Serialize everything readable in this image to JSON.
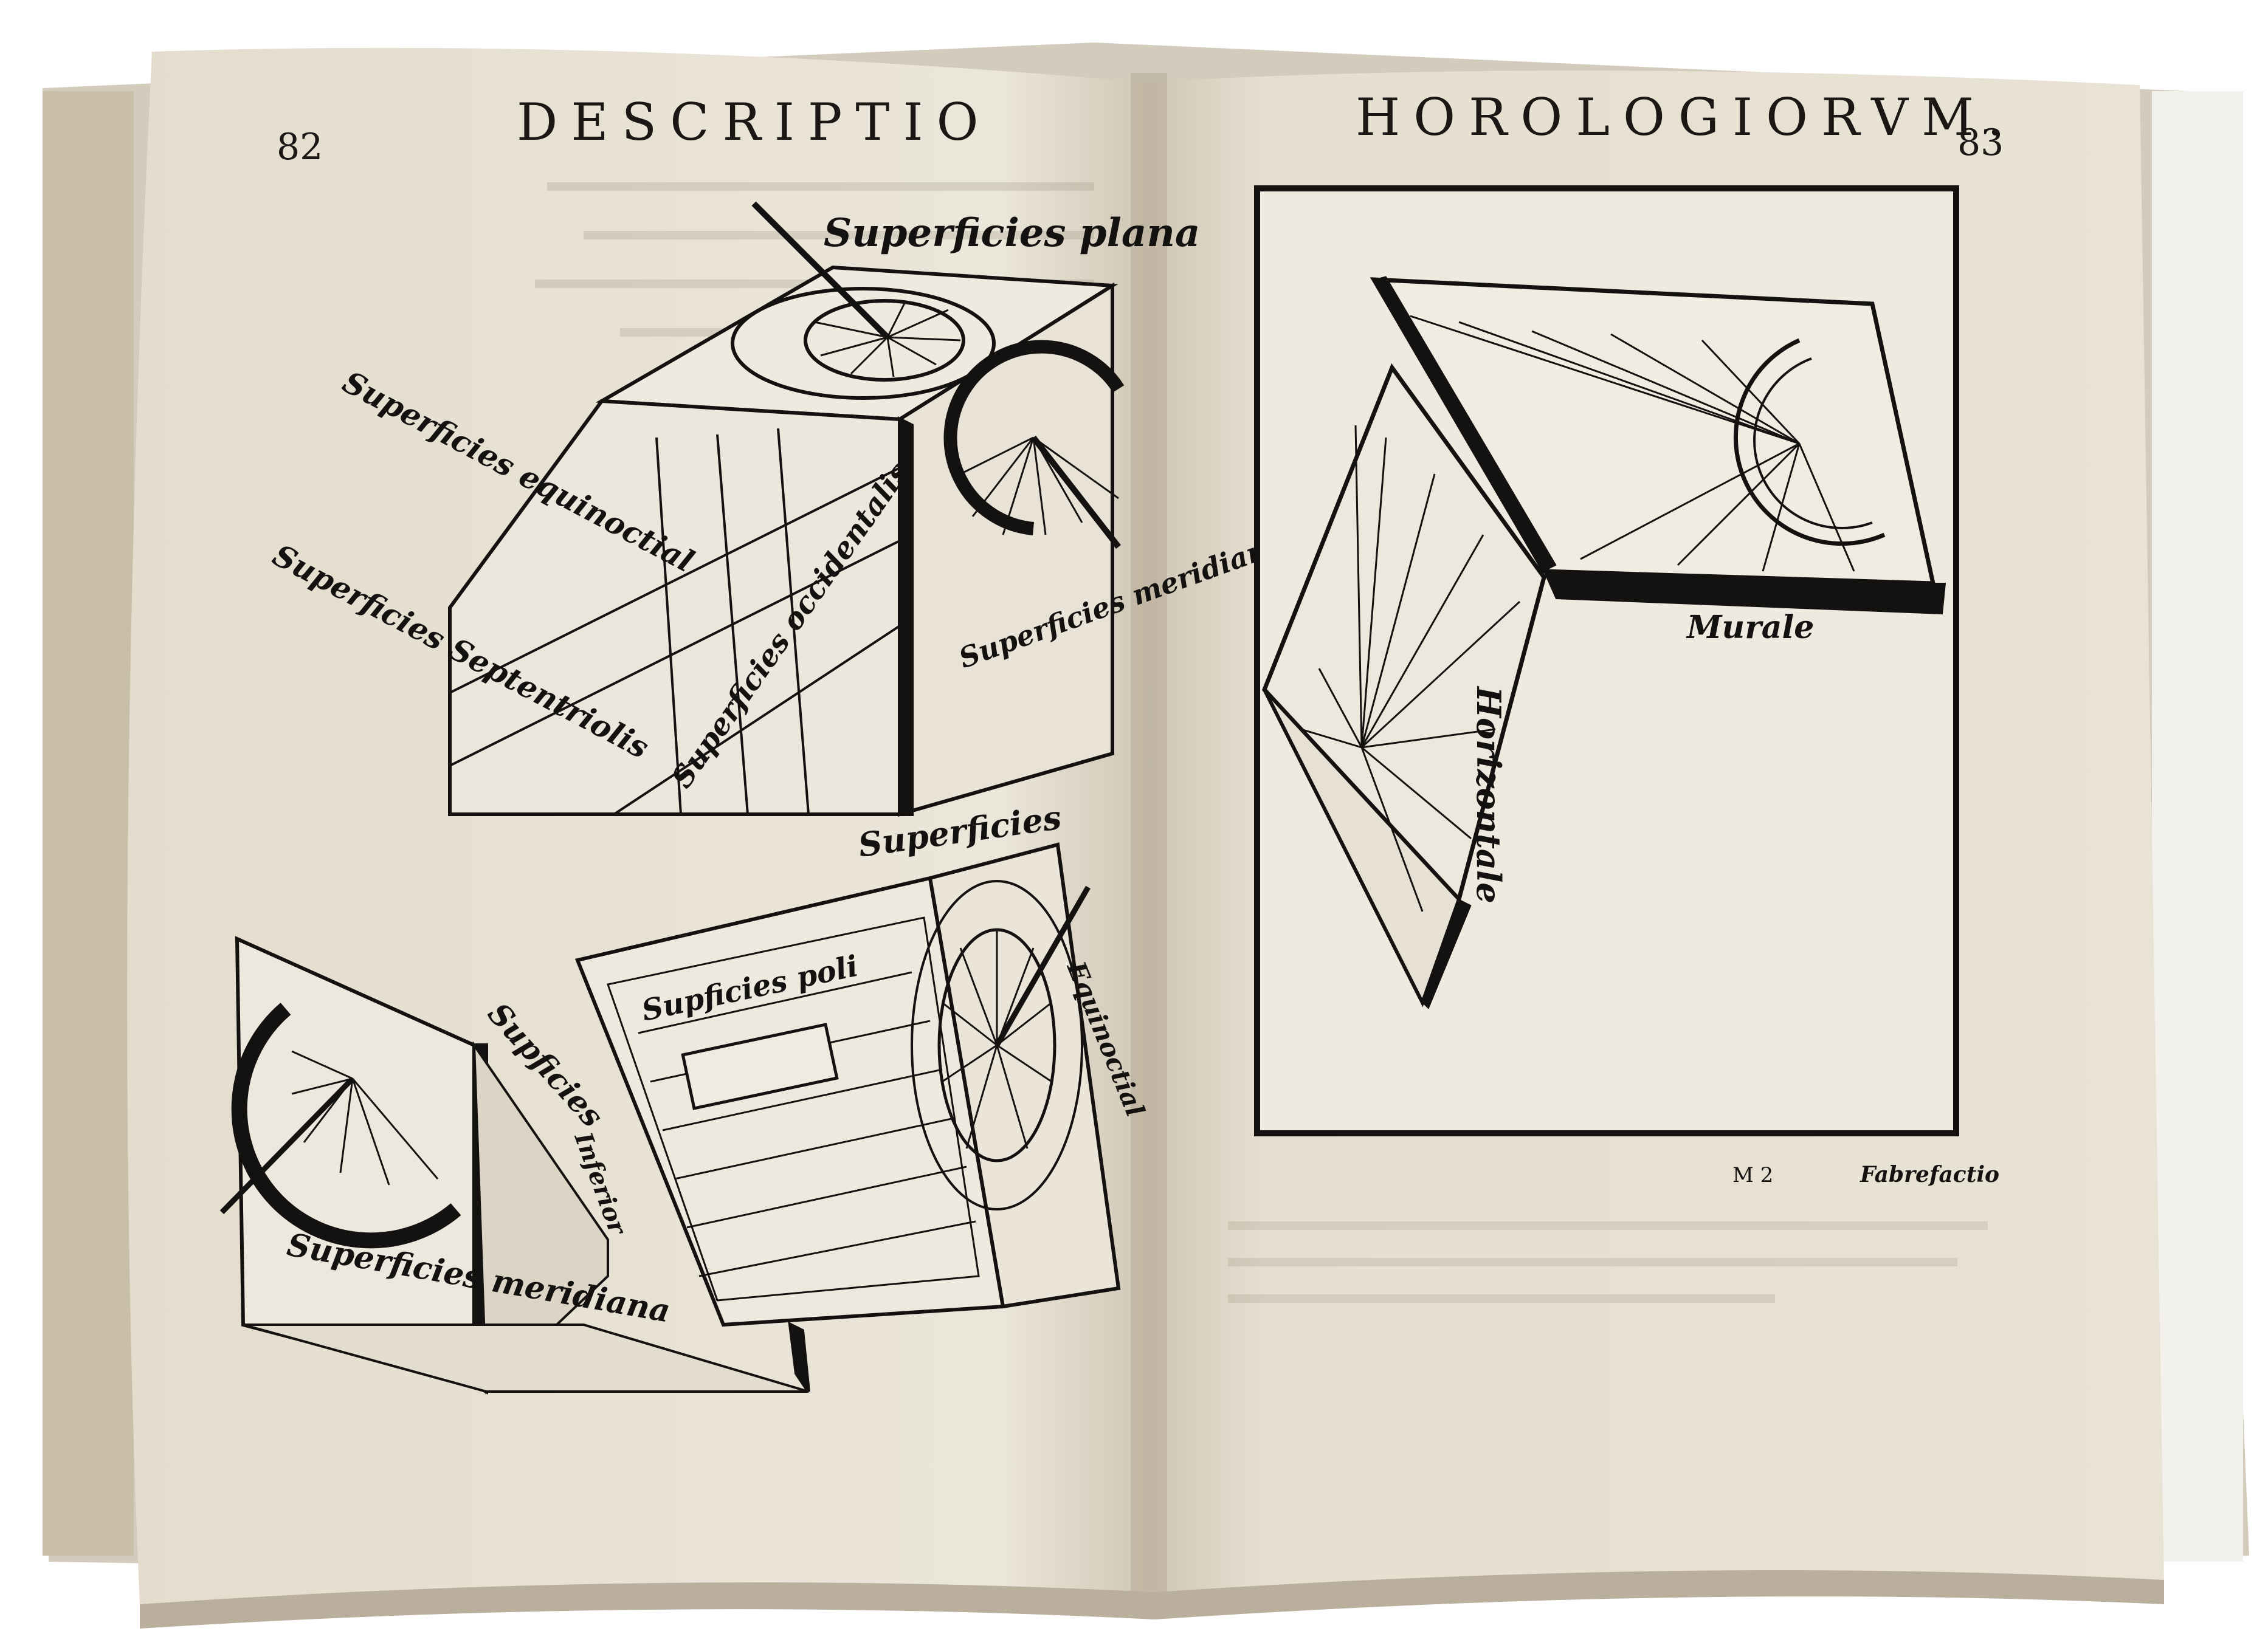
{
  "left_page": {
    "page_number": "82",
    "running_head": "DESCRIPTIO",
    "labels": {
      "plana": "Superficies plana",
      "equinoctial": "Superficies equinoctial",
      "septentrionalis": "Superficies Septentriolis",
      "occidentalis": "Superficies occidentalis",
      "meridiana_upper": "Superficies meridiana",
      "superficies_top": "Superficies",
      "superficies_poli": "Supficies poli",
      "supficies_mid": "Supficies",
      "equinoctial_right": "Equinoctial",
      "meridiana_lower": "Superficies meridiana",
      "inferior": "Inferior"
    }
  },
  "right_page": {
    "page_number": "83",
    "running_head": "HOROLOGIORVM.",
    "labels": {
      "murale": "Murale",
      "horizontale": "Horizontale"
    },
    "signature": "M 2",
    "catchword": "Fabrefactio"
  }
}
